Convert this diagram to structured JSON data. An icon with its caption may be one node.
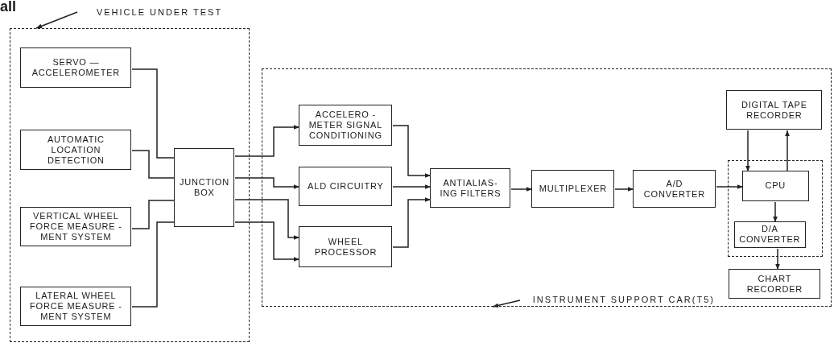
{
  "diagram": {
    "nodes": [
      {
        "text": [
          "VEHICLE UNDER TEST"
        ]
      },
      {
        "text": [],
        "shape": "box"
      },
      {
        "text": [
          "SERVO — ACCELEROMETER"
        ],
        "in": 1
      },
      {
        "text": [
          "AUTOMATIC LOCATION DETECTION"
        ],
        "in": 1
      },
      {
        "text": [
          "VERTICAL WHEEL FORCE MEASURE -MENT SYSTEM"
        ],
        "in": 1
      },
      {
        "text": [
          "LATERAL WHEEL FORCE MEASURE -MENT SYSTEM"
        ],
        "in": 1
      },
      {
        "text": [
          "JUNCTION BOX"
        ],
        "in": 1
      },
      {
        "text": [],
        "shape": "box"
      },
      {
        "text": [
          "INSTRUMENT SUPPORT CAR(T5)"
        ],
        "in": 7
      },
      {
        "text": [
          "ACCELERO -METER SIGNAL CONDITIONING"
        ],
        "in": 7
      },
      {
        "text": [
          "ALD CIRCUITRY"
        ],
        "in": 7
      },
      {
        "text": [
          "WHEEL PROCESSOR"
        ],
        "in": 7
      },
      {
        "text": [
          "ANTIALIAS- ING FILTERS"
        ],
        "in": 7
      },
      {
        "text": [
          "MULTIPLEXER"
        ],
        "in": 7
      },
      {
        "text": [
          "A/D CONVERTER"
        ],
        "in": 7
      },
      {
        "text": [
          "DIGITAL TAPE RECORDER"
        ],
        "in": 7
      },
      {
        "text": [],
        "shape": "box",
        "in": 7
      },
      {
        "text": [
          "CPU"
        ],
        "in": 16
      },
      {
        "text": [
          "D/A CONVERTER"
        ],
        "in": 16
      },
      {
        "text": [
          "CHART RECORDER"
        ],
        "in": 7
      }
    ],
    "edges": [
      {
        "from": 0,
        "to": 1,
        "arrow": "to"
      },
      {
        "from": 8,
        "to": 7,
        "arrow": "to"
      },
      {
        "from": 2,
        "to": 6,
        "arrow": "none"
      },
      {
        "from": 3,
        "to": 6,
        "arrow": "none"
      },
      {
        "from": 4,
        "to": 6,
        "arrow": "none"
      },
      {
        "from": 5,
        "to": 6,
        "arrow": "none"
      },
      {
        "from": 6,
        "to": 9,
        "arrow": "to"
      },
      {
        "from": 6,
        "to": 10,
        "arrow": "to"
      },
      {
        "from": 6,
        "to": 11,
        "arrow": "to"
      },
      {
        "from": 6,
        "to": 11,
        "arrow": "to"
      },
      {
        "from": 9,
        "to": 12,
        "arrow": "to"
      },
      {
        "from": 10,
        "to": 12,
        "arrow": "to"
      },
      {
        "from": 11,
        "to": 12,
        "arrow": "to"
      },
      {
        "from": 12,
        "to": 13,
        "arrow": "to"
      },
      {
        "from": 13,
        "to": 14,
        "arrow": "to"
      },
      {
        "from": 14,
        "to": 17,
        "arrow": "to"
      },
      {
        "from": 15,
        "to": 17,
        "arrow": "to"
      },
      {
        "from": 17,
        "to": 15,
        "arrow": "to"
      },
      {
        "from": 17,
        "to": 18,
        "arrow": "to"
      },
      {
        "from": 18,
        "to": 19,
        "arrow": "to"
      }
    ],
    "labels": [
      "all"
    ]
  }
}
